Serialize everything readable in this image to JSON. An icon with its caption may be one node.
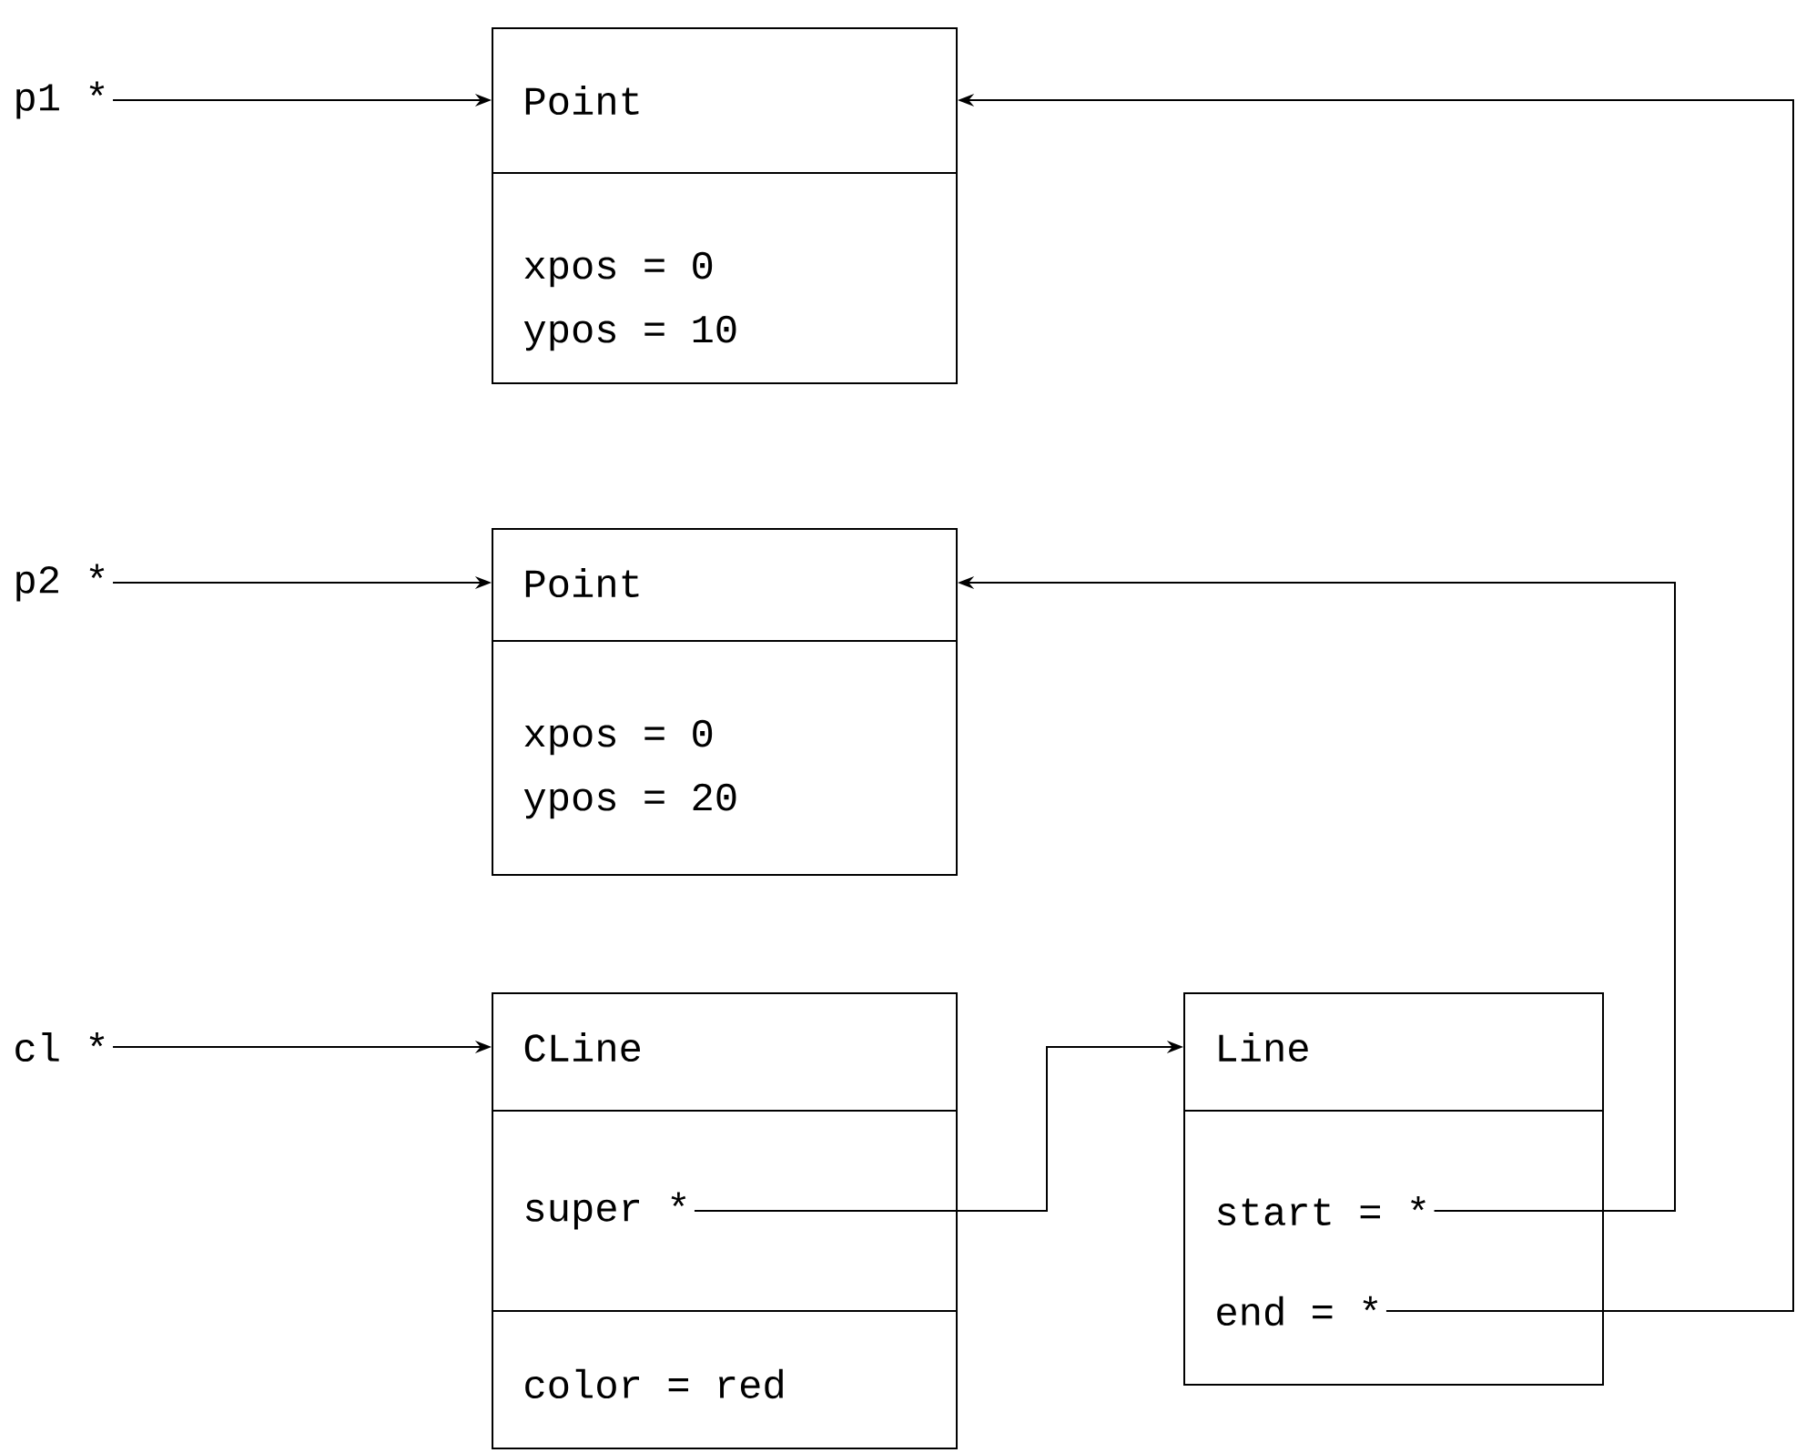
{
  "diagram": {
    "nodes": [
      {
        "text": [
          "p1 *"
        ]
      },
      {
        "text": [
          "Point",
          "xpos = 0",
          "ypos = 10"
        ]
      },
      {
        "text": [
          "p2 *"
        ]
      },
      {
        "text": [
          "Point",
          "xpos = 0",
          "ypos = 20"
        ]
      },
      {
        "text": [
          "cl *"
        ]
      },
      {
        "text": [
          "CLine",
          "color = red"
        ]
      },
      {
        "text": [
          "super *"
        ],
        "in": 5
      },
      {
        "text": [
          "Line"
        ]
      },
      {
        "text": [
          "start = *"
        ],
        "in": 7
      },
      {
        "text": [
          "end = *"
        ],
        "in": 7
      }
    ],
    "edges": [
      {
        "from": 0,
        "to": 1,
        "arrow": "to"
      },
      {
        "from": 2,
        "to": 3,
        "arrow": "to"
      },
      {
        "from": 4,
        "to": 5,
        "arrow": "to"
      },
      {
        "from": 6,
        "to": 7,
        "arrow": "to"
      },
      {
        "from": 8,
        "to": 3,
        "arrow": "to"
      },
      {
        "from": 9,
        "to": 1,
        "arrow": "to"
      }
    ]
  }
}
